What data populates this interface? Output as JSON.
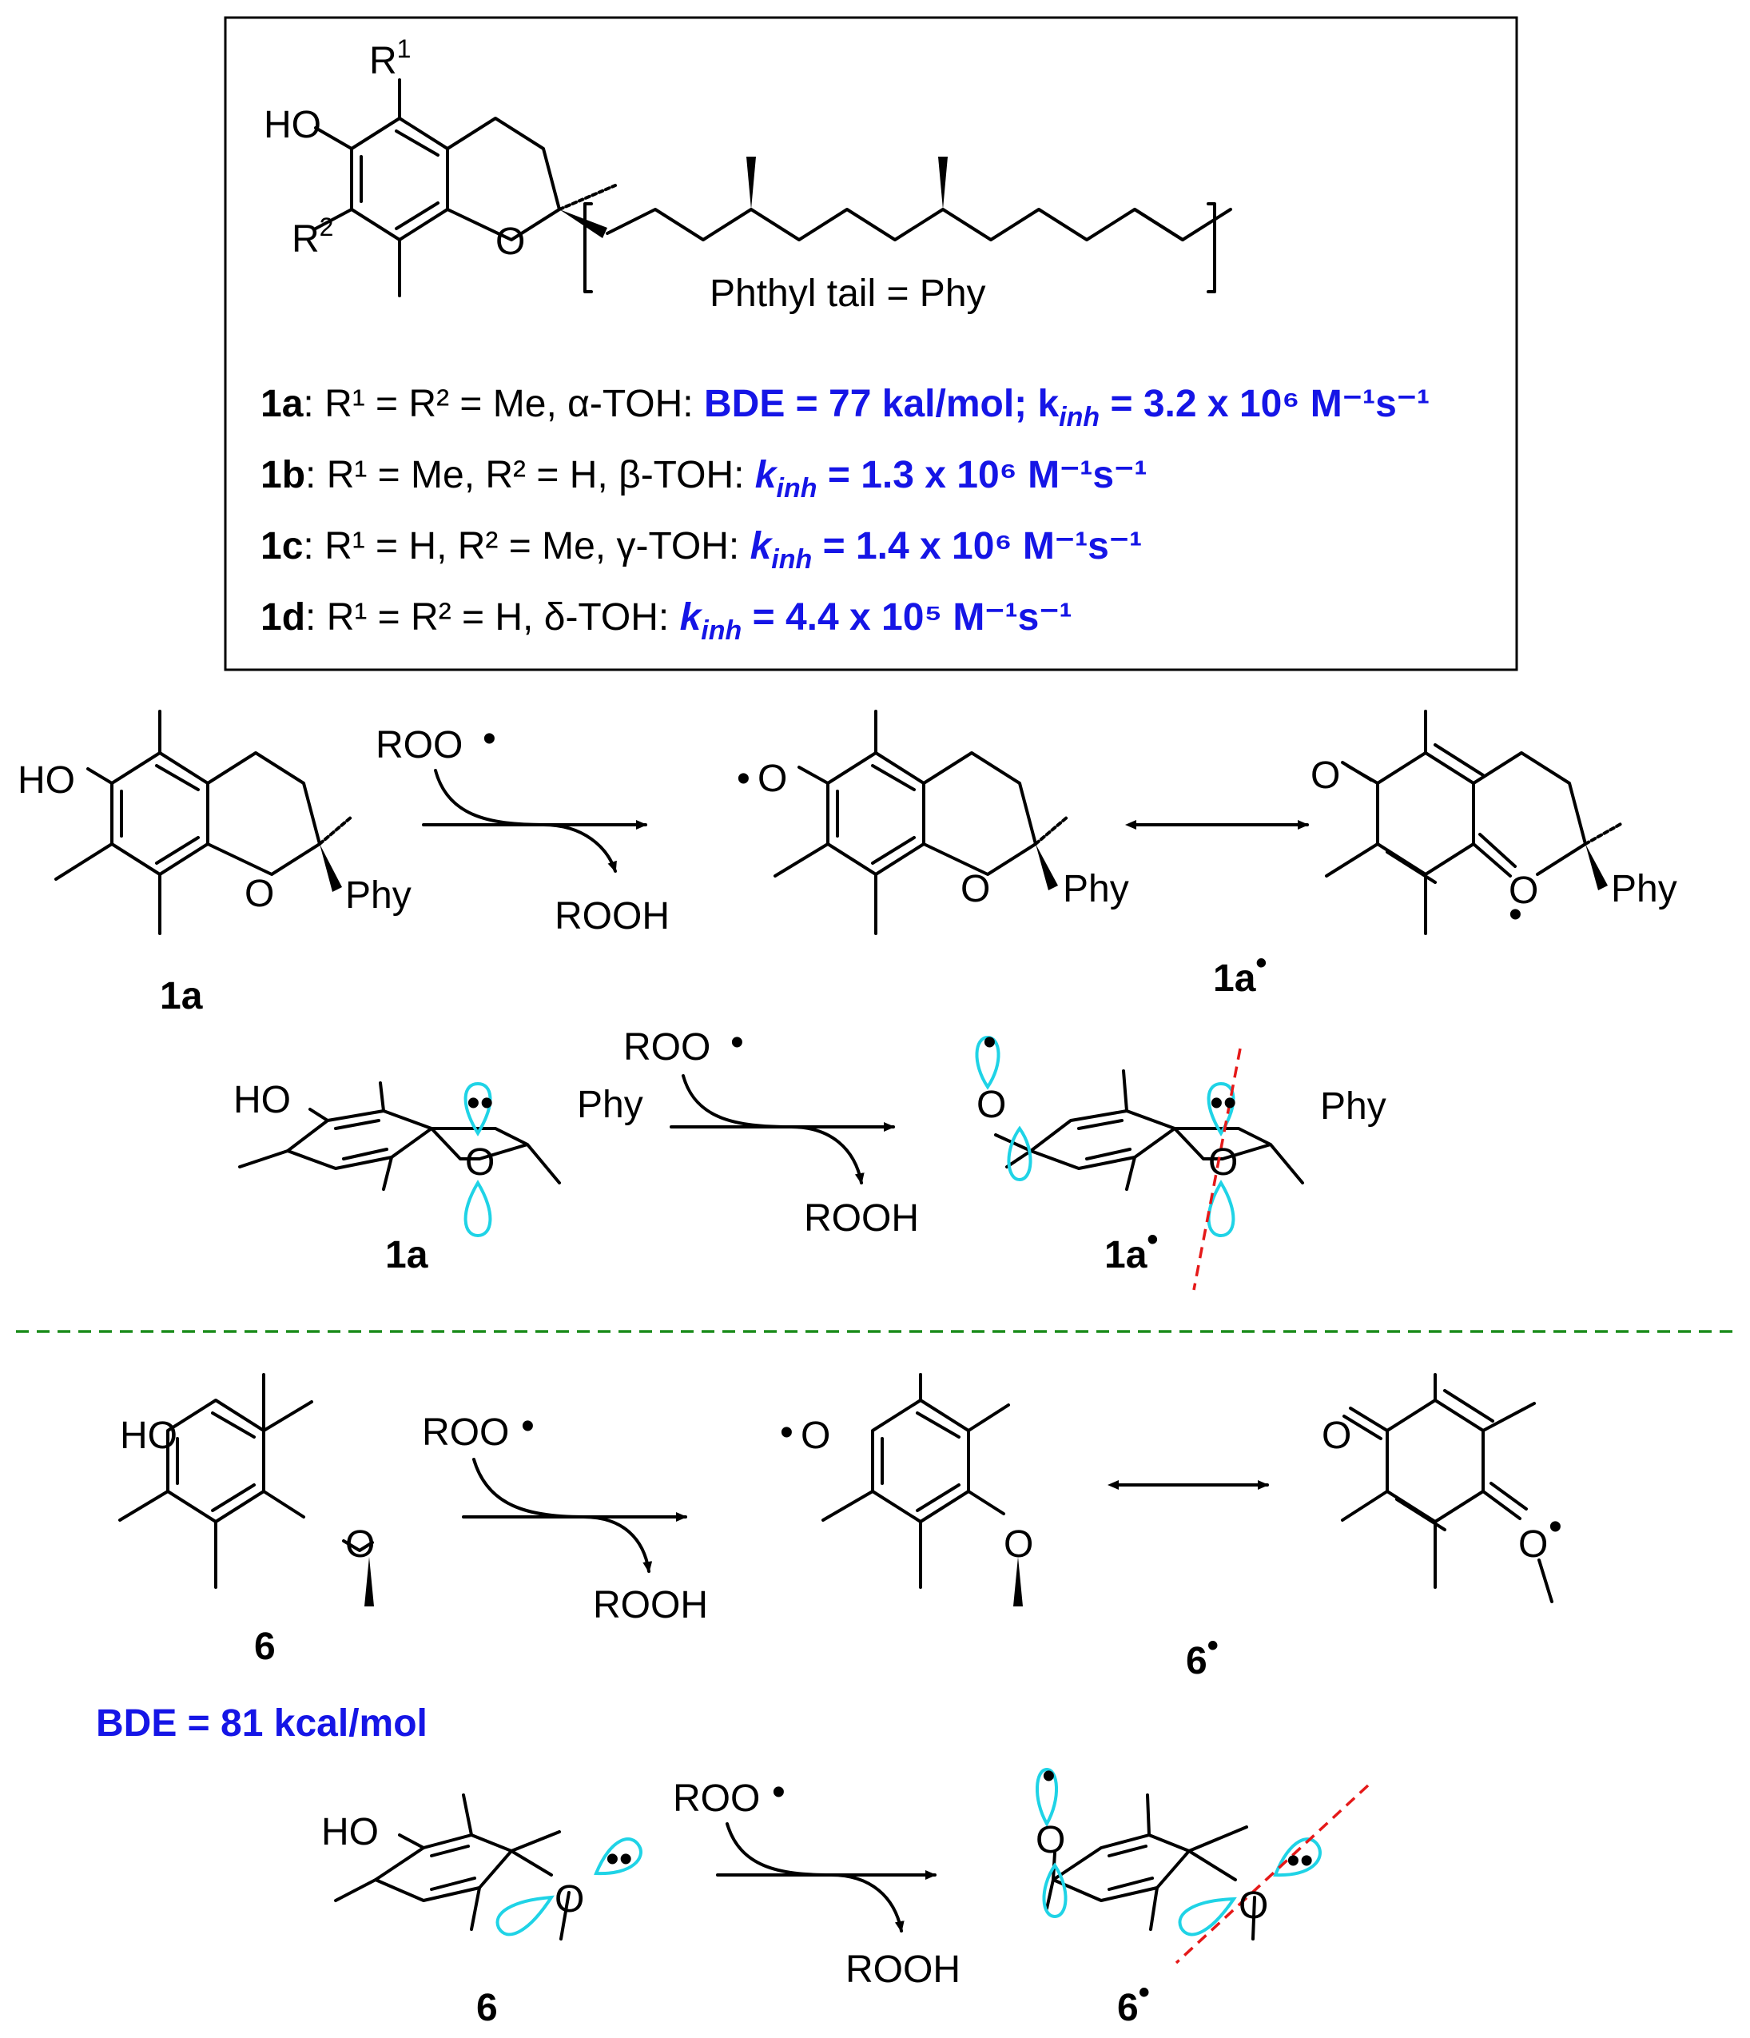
{
  "box": {
    "sub_R1": "R",
    "sub_R1_sup": "1",
    "sub_R2": "R",
    "sub_R2_sup": "2",
    "ho": "HO",
    "o": "O",
    "tail_caption": "Phthyl tail = Phy",
    "rows": [
      {
        "id": "1a",
        "desc": ": R¹ = R² = Me, α-TOH: ",
        "data": "BDE = 77 kal/mol; k",
        "sub": "inh",
        "rest": " = 3.2 x 10⁶ M⁻¹s⁻¹"
      },
      {
        "id": "1b",
        "desc": ": R¹ = Me, R² = H, β-TOH: ",
        "data": "k",
        "sub": "inh",
        "rest": " = 1.3 x 10⁶ M⁻¹s⁻¹"
      },
      {
        "id": "1c",
        "desc": ": R¹ = H, R² = Me, γ-TOH: ",
        "data": "k",
        "sub": "inh",
        "rest": " = 1.4 x 10⁶ M⁻¹s⁻¹"
      },
      {
        "id": "1d",
        "desc": ": R¹ = R² = H, δ-TOH: ",
        "data": "k",
        "sub": "inh",
        "rest": " = 4.4 x 10⁵ M⁻¹s⁻¹"
      }
    ]
  },
  "reagents": {
    "roo": "ROO",
    "radical_dot": "•",
    "rooh": "ROOH",
    "phy": "Phy",
    "ho": "HO",
    "o": "O"
  },
  "compounds": {
    "c1a": "1a",
    "c1a_rad": "1a",
    "c6": "6",
    "c6_rad": "6"
  },
  "bde6": "BDE = 81 kcal/mol",
  "colors": {
    "blue_text": "#1515e6",
    "orbital": "#1fd3e6",
    "axis_dash": "#e51919",
    "divider": "#1c8c1c"
  }
}
